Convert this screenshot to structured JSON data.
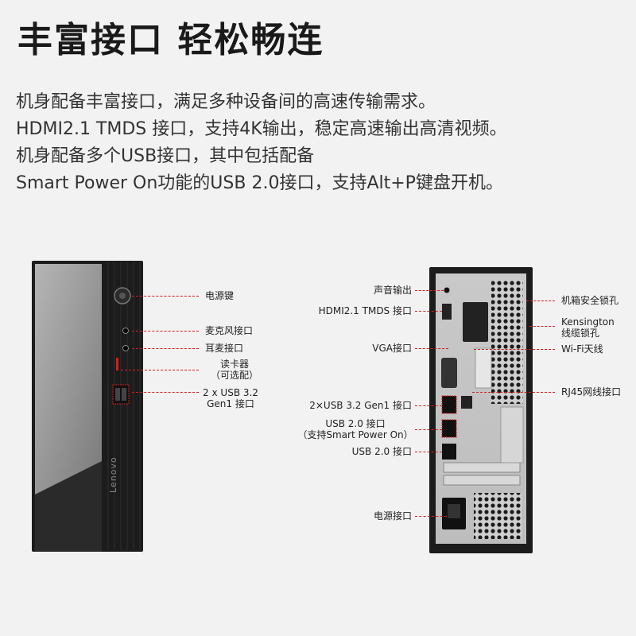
{
  "title": "丰富接口 轻松畅连",
  "description": [
    "机身配备丰富接口，满足多种设备间的高速传输需求。",
    "HDMI2.1 TMDS 接口，支持4K输出，稳定高速输出高清视频。",
    "机身配备多个USB接口，其中包括配备",
    "Smart Power On功能的USB 2.0接口，支持Alt+P键盘开机。"
  ],
  "front": {
    "brand": "Lenovo",
    "labels": {
      "power_button": "电源键",
      "mic_port": "麦克风接口",
      "headphone_port": "耳麦接口",
      "card_reader_1": "读卡器",
      "card_reader_2": "（可选配）",
      "usb32_1": "2 x USB 3.2",
      "usb32_2": "Gen1 接口"
    }
  },
  "rear": {
    "labels": {
      "audio_out": "声音输出",
      "hdmi": "HDMI2.1 TMDS 接口",
      "vga": "VGA接口",
      "usb32": "2×USB 3.2 Gen1 接口",
      "usb20_spo_1": "USB 2.0 接口",
      "usb20_spo_2": "（支持Smart Power On）",
      "usb20": "USB 2.0 接口",
      "power_port": "电源接口",
      "case_lock": "机箱安全锁孔",
      "kensington_1": "Kensington",
      "kensington_2": "线缆锁孔",
      "wifi": "Wi-Fi天线",
      "rj45": "RJ45网线接口"
    }
  },
  "colors": {
    "accent": "#d21e1e",
    "case": "#1c1c1c",
    "panel": "#9a9a9a"
  }
}
